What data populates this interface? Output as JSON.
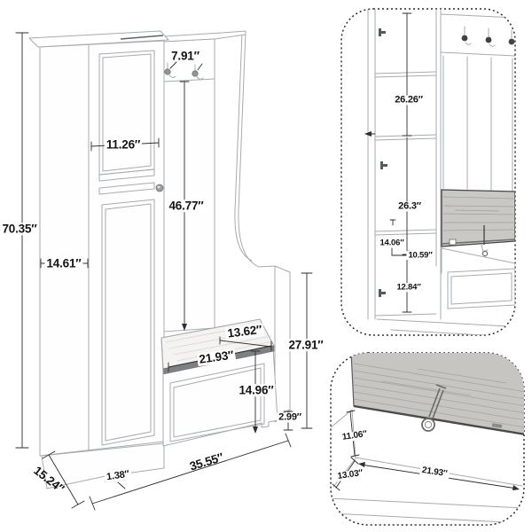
{
  "diagram_title": "hall-tree-storage-bench-dimension-diagram",
  "units": "inches",
  "colors": {
    "background": "#ffffff",
    "furniture_line": "#a6abb0",
    "dimension_line": "#2e2e2e",
    "wood_fill": "#c6c5c2",
    "wood_grain": "#a09f9c",
    "seat_band": "#7d8184"
  },
  "main_view": {
    "dims": {
      "overall_height": "70.35″",
      "left_cabinet_width": "14.61″",
      "door_panel_width": "11.26″",
      "hook_spacing": "7.91″",
      "open_hanging_height": "46.77″",
      "seat_depth": "13.62″",
      "seat_width": "21.93″",
      "bench_section_height": "27.91″",
      "under_seat_height": "14.96″",
      "base_height": "2.99″",
      "overall_width": "35.55″",
      "overall_depth": "15.24″",
      "base_trim_height": "1.38″"
    }
  },
  "interior_inset": {
    "dims": {
      "upper_interior_height": "26.26″",
      "lower_interior_height": "26.3″",
      "shelf_spacing": "14.06″",
      "interior_width": "10.59″",
      "bottom_interior_height": "12.84″"
    }
  },
  "bench_inset": {
    "dims": {
      "inner_height": "11.06″",
      "inner_depth": "13.03″",
      "inner_width": "21.93″"
    }
  }
}
